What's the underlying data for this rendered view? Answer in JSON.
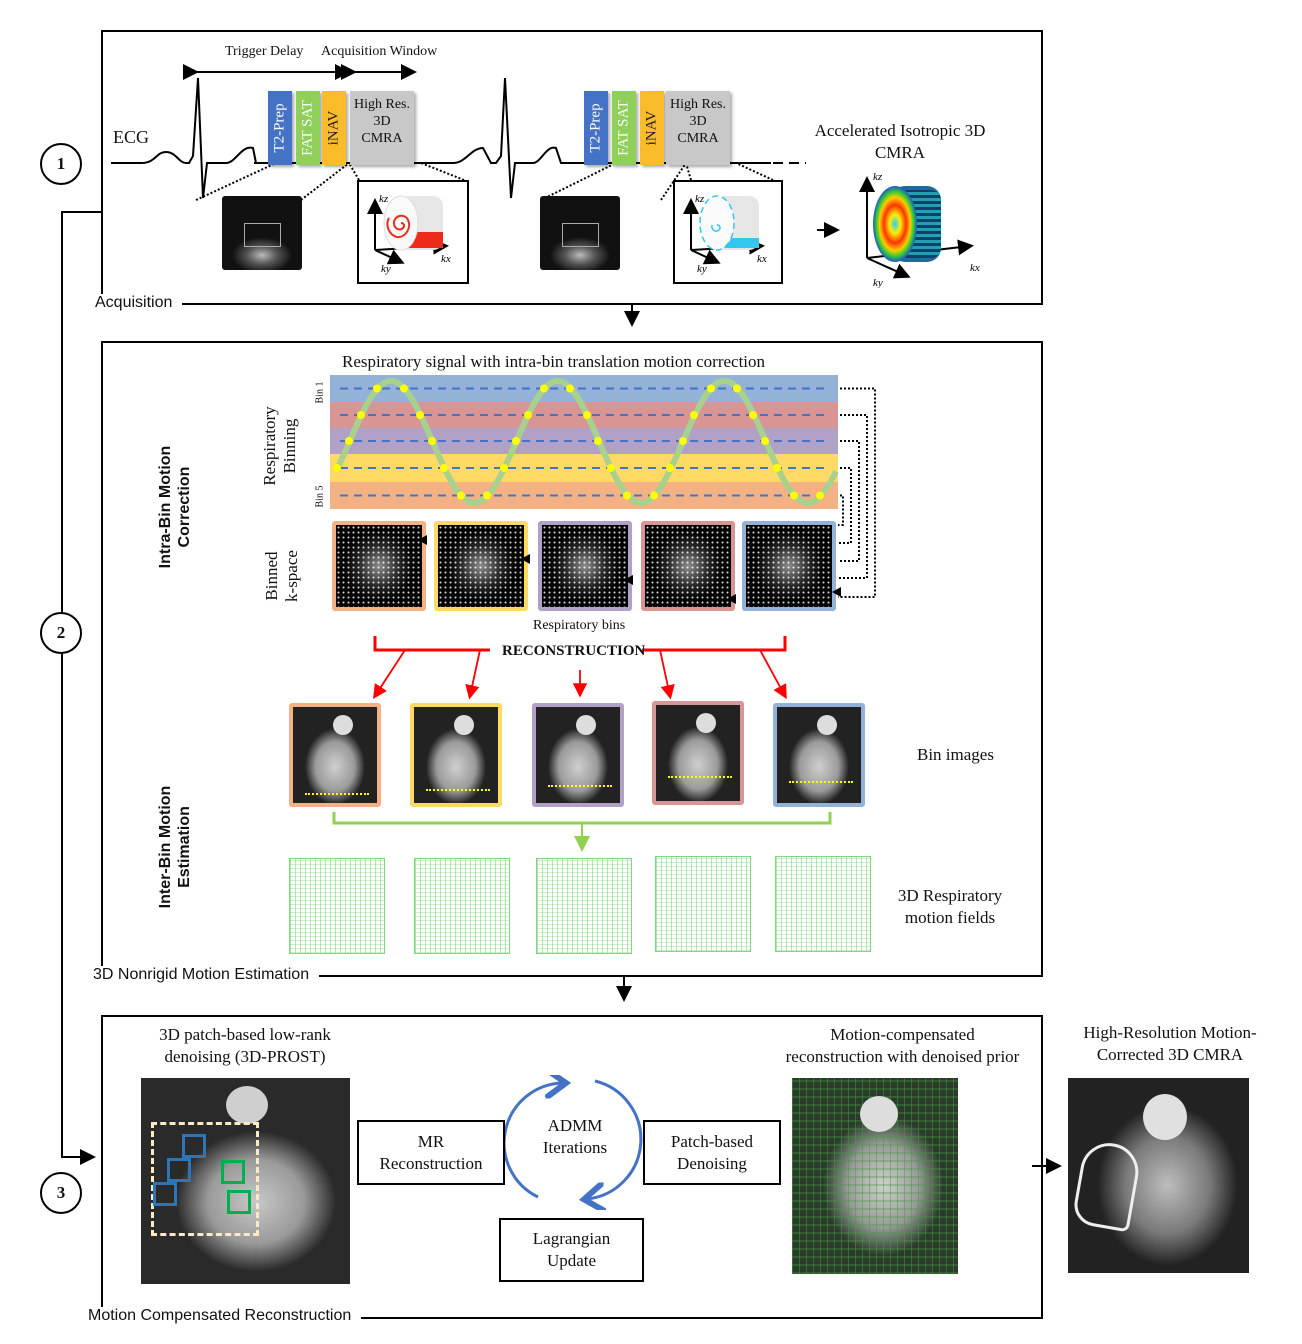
{
  "steps": [
    {
      "number": "1",
      "label": "Acquisition"
    },
    {
      "number": "2",
      "label": "3D Nonrigid Motion Estimation"
    },
    {
      "number": "3",
      "label": "Motion Compensated Reconstruction"
    }
  ],
  "acquisition": {
    "ecg_label": "ECG",
    "trigger_delay": "Trigger Delay",
    "acquisition_window": "Acquisition Window",
    "sequence_blocks": [
      {
        "label": "T2-Prep",
        "color": "#4472c4"
      },
      {
        "label": "FAT SAT",
        "color": "#8fcf5a"
      },
      {
        "label": "iNAV",
        "color": "#fbbc2c"
      },
      {
        "label": "High Res.\n3D\nCMRA",
        "line1": "High Res.",
        "line2": "3D",
        "line3": "CMRA",
        "color": "#c8c8c8"
      }
    ],
    "kspace_axes": {
      "kz": "kz",
      "ky": "ky",
      "kx": "kx"
    },
    "spiral_colors": [
      "#ee2a1b",
      "#33c7ee"
    ],
    "result_title_line1": "Accelerated Isotropic 3D",
    "result_title_line2": "CMRA"
  },
  "motion_estimation": {
    "intra_bin_title_line1": "Intra-Bin Motion",
    "intra_bin_title_line2": "Correction",
    "inter_bin_title_line1": "Inter-Bin Motion",
    "inter_bin_title_line2": "Estimation",
    "resp_signal_title": "Respiratory signal with intra-bin translation motion correction",
    "resp_binning_label_line1": "Respiratory",
    "resp_binning_label_line2": "Binning",
    "bin_top_label": "Bin 1",
    "bin_bottom_label": "Bin 5",
    "bin_colors": [
      "#94b2d8",
      "#d99594",
      "#b2a1c7",
      "#ffd966",
      "#f4b183"
    ],
    "binned_kspace_label_line1": "Binned",
    "binned_kspace_label_line2": "k-space",
    "kspace_frame_colors": [
      "#f4b183",
      "#ffd966",
      "#b2a1c7",
      "#d99594",
      "#94b2d8"
    ],
    "respiratory_bins_label": "Respiratory bins",
    "reconstruction_label": "RECONSTRUCTION",
    "reconstruction_color": "#ff0000",
    "bin_images_label": "Bin images",
    "motion_fields_label_line1": "3D Respiratory",
    "motion_fields_label_line2": "motion fields",
    "motion_arrow_color": "#92d050"
  },
  "reconstruction": {
    "denoising_title_line1": "3D patch-based low-rank",
    "denoising_title_line2": "denoising (3D-PROST)",
    "mr_recon_line1": "MR",
    "mr_recon_line2": "Reconstruction",
    "admm_line1": "ADMM",
    "admm_line2": "Iterations",
    "patch_denoise_line1": "Patch-based",
    "patch_denoise_line2": "Denoising",
    "lagrangian_line1": "Lagrangian",
    "lagrangian_line2": "Update",
    "mc_title_line1": "Motion-compensated",
    "mc_title_line2": "reconstruction with denoised prior",
    "final_title_line1": "High-Resolution Motion-",
    "final_title_line2": "Corrected 3D CMRA",
    "cycle_color": "#4472c4"
  }
}
